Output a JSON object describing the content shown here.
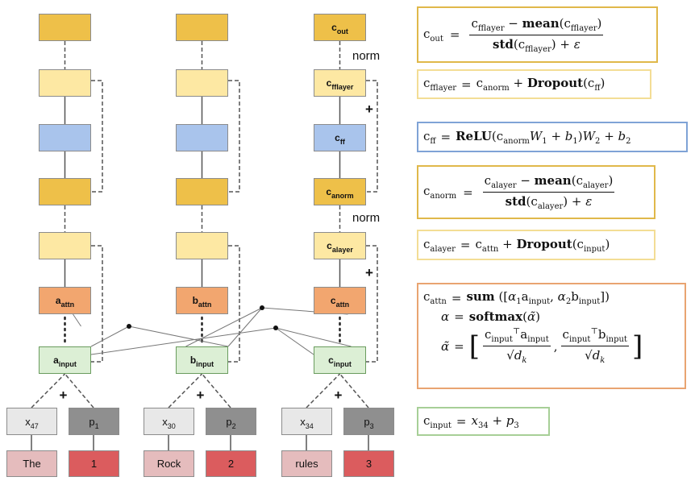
{
  "columns": [
    {
      "name": "a",
      "out": "",
      "fflayer": "",
      "ff": "",
      "anorm": "",
      "alayer": "",
      "attn": {
        "base": "a",
        "sub": "attn"
      },
      "input": {
        "base": "a",
        "sub": "input"
      },
      "token": {
        "base": "x",
        "sub": "47"
      },
      "position": {
        "base": "p",
        "sub": "1"
      },
      "word": "The",
      "index": "1"
    },
    {
      "name": "b",
      "out": "",
      "fflayer": "",
      "ff": "",
      "anorm": "",
      "alayer": "",
      "attn": {
        "base": "b",
        "sub": "attn"
      },
      "input": {
        "base": "b",
        "sub": "input"
      },
      "token": {
        "base": "x",
        "sub": "30"
      },
      "position": {
        "base": "p",
        "sub": "2"
      },
      "word": "Rock",
      "index": "2"
    },
    {
      "name": "c",
      "out": {
        "base": "c",
        "sub": "out"
      },
      "fflayer": {
        "base": "c",
        "sub": "fflayer"
      },
      "ff": {
        "base": "c",
        "sub": "ff"
      },
      "anorm": {
        "base": "c",
        "sub": "anorm"
      },
      "alayer": {
        "base": "c",
        "sub": "alayer"
      },
      "attn": {
        "base": "c",
        "sub": "attn"
      },
      "input": {
        "base": "c",
        "sub": "input"
      },
      "token": {
        "base": "x",
        "sub": "34"
      },
      "position": {
        "base": "p",
        "sub": "3"
      },
      "word": "rules",
      "index": "3"
    }
  ],
  "operators": {
    "plus": "+",
    "norm": "norm",
    "dot": "•"
  },
  "equations": {
    "c_out": {
      "lhs": "c",
      "lhs_sub": "out",
      "num_var_sub": "fflayer",
      "mean": "mean",
      "std": "std",
      "eps": "ε"
    },
    "c_fflayer": {
      "lhs_sub": "fflayer",
      "a_sub": "anorm",
      "dropout": "Dropout",
      "arg_sub": "ff"
    },
    "c_ff": {
      "lhs_sub": "ff",
      "relu": "ReLU",
      "in_sub": "anorm",
      "w1": "W",
      "w1_sub": "1",
      "b1": "b",
      "b1_sub": "1",
      "w2_sub": "2",
      "b2_sub": "2"
    },
    "c_anorm": {
      "lhs_sub": "anorm",
      "var_sub": "alayer",
      "mean": "mean",
      "std": "std",
      "eps": "ε"
    },
    "c_alayer": {
      "lhs_sub": "alayer",
      "a_sub": "attn",
      "dropout": "Dropout",
      "arg_sub": "input"
    },
    "c_attn": {
      "lhs_sub": "attn",
      "sum": "sum",
      "alpha": "α",
      "softmax": "softmax",
      "alpha_tilde": "α̃",
      "a_term": "a",
      "b_term": "b",
      "input_sub": "input",
      "sqrt_d": "√",
      "d_var": "d",
      "d_sub": "k",
      "transpose": "⊤"
    },
    "c_input": {
      "lhs_sub": "input",
      "x": "x",
      "x_sub": "34",
      "p": "p",
      "p_sub": "3"
    }
  }
}
